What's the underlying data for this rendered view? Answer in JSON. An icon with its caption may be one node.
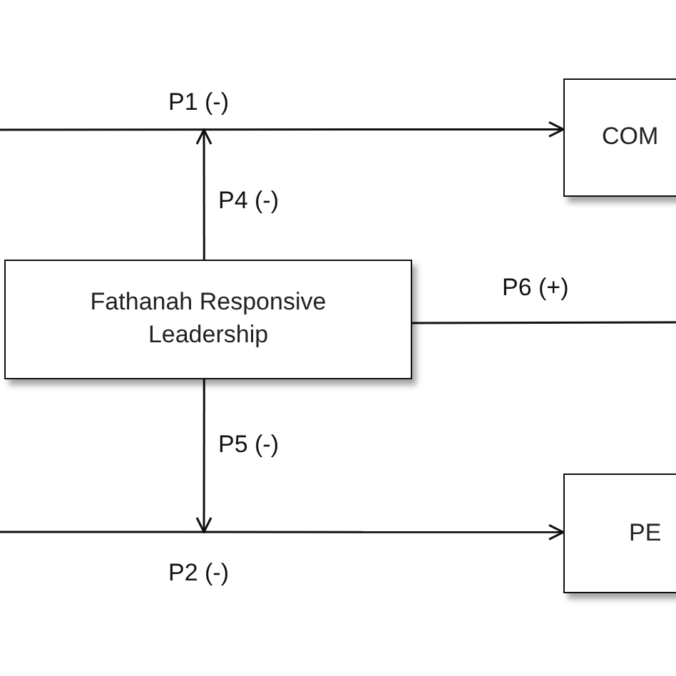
{
  "diagram": {
    "nodes": [
      {
        "text": [
          "Fathanah Responsive Leadership"
        ]
      },
      {
        "text": [
          "COM"
        ]
      },
      {
        "text": [
          "PE"
        ]
      }
    ],
    "edges": [
      {
        "from": null,
        "to": 1,
        "arrow": "to",
        "label": "P1 (-)"
      },
      {
        "from": 0,
        "to": null,
        "arrow": "to",
        "label": "P4 (-)"
      },
      {
        "from": 0,
        "to": null,
        "arrow": "none",
        "label": "P6 (+)"
      },
      {
        "from": 0,
        "to": null,
        "arrow": "to",
        "label": "P5 (-)"
      },
      {
        "from": null,
        "to": 2,
        "arrow": "to",
        "label": "P2 (-)"
      }
    ]
  }
}
